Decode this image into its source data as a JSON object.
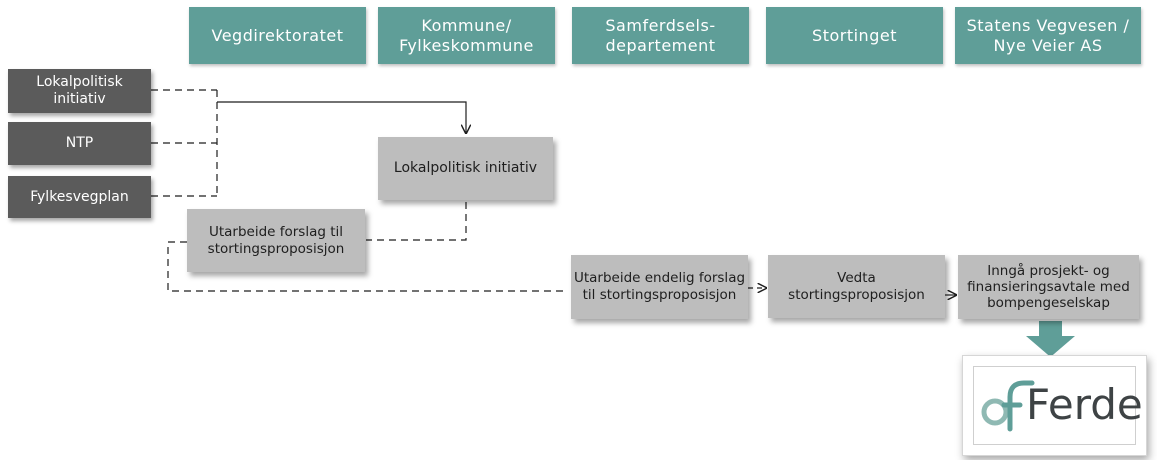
{
  "lanes": [
    {
      "label": "Vegdirektoratet"
    },
    {
      "label": "Kommune/\nFylkeskommune"
    },
    {
      "label": "Samferdsels-\ndepartement"
    },
    {
      "label": "Stortinget"
    },
    {
      "label": "Statens Vegvesen /\nNye Veier AS"
    }
  ],
  "sources": [
    {
      "label": "Lokalpolitisk\ninitiativ"
    },
    {
      "label": "NTP"
    },
    {
      "label": "Fylkesvegplan"
    }
  ],
  "steps": {
    "initiative": "Lokalpolitisk initiativ",
    "draft_proposal": "Utarbeide forslag til\nstortingsproposisjon",
    "final_proposal": "Utarbeide endelig forslag\ntil stortingsproposisjon",
    "adopt": "Vedta\nstortingsproposisjon",
    "agreement": "Inngå prosjekt- og\nfinansieringsavtale med\nbompengeselskap"
  },
  "logo": {
    "text": "Ferde"
  },
  "colors": {
    "lane": "#5f9e98",
    "source": "#5b5b5b",
    "step": "#bdbdbd",
    "arrow": "#5f9e98"
  }
}
